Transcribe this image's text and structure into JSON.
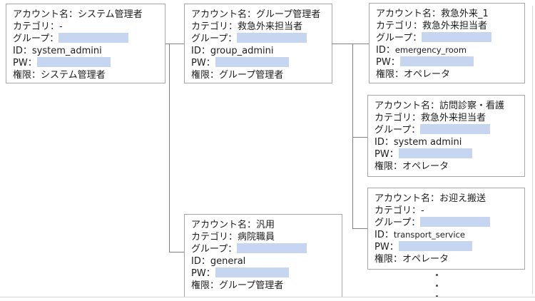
{
  "labels": {
    "account": "アカウント名：",
    "category": "カテゴリ：",
    "group": "グループ：",
    "id": "ID：",
    "pw": "PW：",
    "permission": "権限："
  },
  "boxes": [
    {
      "account": "システム管理者",
      "category": "-",
      "id": "system_admini",
      "permission": "システム管理者"
    },
    {
      "account": "グループ管理者",
      "category": "救急外来担当者",
      "id": "group_admini",
      "permission": "グループ管理者"
    },
    {
      "account": "救急外来_1",
      "category": "救急外来担当者",
      "id": "emergency_room",
      "permission": "オペレータ"
    },
    {
      "account": "訪問診察・看護",
      "category": "救急外来担当者",
      "id": "system admini",
      "permission": "オペレータ"
    },
    {
      "account": "お迎え搬送",
      "category": "-",
      "id": "transport_service",
      "permission": "オペレータ"
    },
    {
      "account": "汎用",
      "category": "病院職員",
      "id": "general",
      "permission": "グループ管理者"
    }
  ],
  "icons": {
    "more_accounts": "vertical-ellipsis-icon",
    "redactions": "blue-redaction-bar"
  },
  "colors": {
    "redaction_bar": "#c7d6f0",
    "connector": "#818181",
    "box_border": "#a6a6a6",
    "background": "#ffffff"
  }
}
